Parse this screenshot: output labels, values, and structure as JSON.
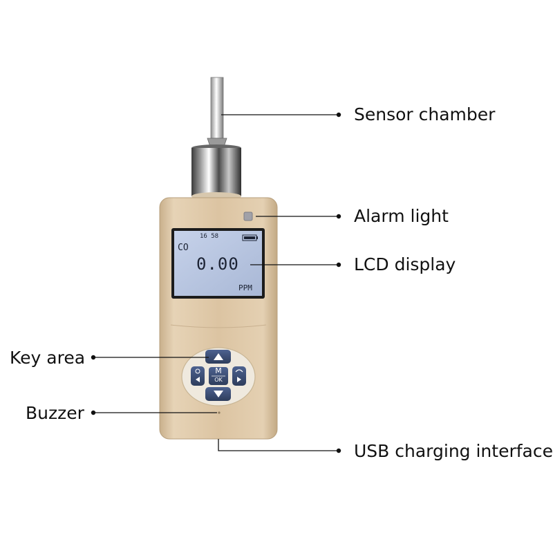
{
  "labels": {
    "sensor_chamber": "Sensor chamber",
    "alarm_light": "Alarm light",
    "lcd_display": "LCD display",
    "key_area": "Key area",
    "buzzer": "Buzzer",
    "usb_charging_interface": "USB charging interface"
  },
  "lcd": {
    "gas": "CO",
    "time": "16 58",
    "reading": "0.00",
    "unit": "PPM"
  },
  "keys": {
    "ok_top": "M",
    "ok_bottom": "OK"
  },
  "colors": {
    "body": "#d9c2a2",
    "lcd_bg": "#b9c6e0",
    "key_blue": "#3b4e73",
    "key_panel": "#f1ece2"
  }
}
